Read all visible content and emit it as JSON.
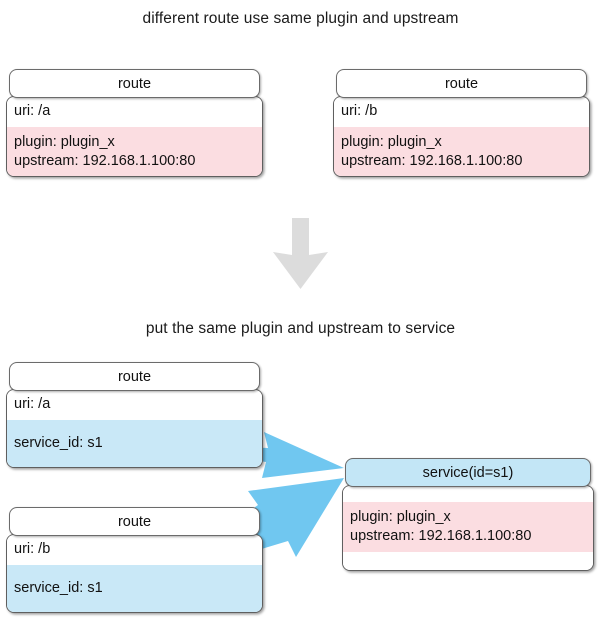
{
  "diagram": {
    "title_top": "different route use same plugin and upstream",
    "title_bottom": "put the same plugin and upstream to service",
    "colors": {
      "pink": "#fbdde1",
      "light_blue": "#c9e8f7",
      "header_blue": "#c3e6f6",
      "arrow_blue": "#70c7f0",
      "grey_arrow": "#dcdcdc",
      "border": "#5f5f5f"
    },
    "icons": {
      "down_arrow": "transform-down-arrow-icon",
      "link_arrow": "reference-arrow-icon"
    }
  },
  "top_section": {
    "boxes": [
      {
        "header": "route",
        "rows": [
          {
            "style": "white",
            "lines": [
              "uri: /a"
            ]
          },
          {
            "style": "pink",
            "lines": [
              "plugin: plugin_x",
              "upstream: 192.168.1.100:80"
            ]
          }
        ]
      },
      {
        "header": "route",
        "rows": [
          {
            "style": "white",
            "lines": [
              "uri: /b"
            ]
          },
          {
            "style": "pink",
            "lines": [
              "plugin: plugin_x",
              "upstream: 192.168.1.100:80"
            ]
          }
        ]
      }
    ]
  },
  "bottom_section": {
    "routes": [
      {
        "header": "route",
        "rows": [
          {
            "style": "white",
            "lines": [
              "uri: /a"
            ]
          },
          {
            "style": "blue",
            "lines": [
              "service_id: s1"
            ]
          }
        ]
      },
      {
        "header": "route",
        "rows": [
          {
            "style": "white",
            "lines": [
              "uri: /b"
            ]
          },
          {
            "style": "blue",
            "lines": [
              "service_id: s1"
            ]
          }
        ]
      }
    ],
    "service": {
      "header": "service(id=s1)",
      "rows": [
        {
          "style": "white",
          "lines": []
        },
        {
          "style": "pink",
          "lines": [
            "plugin: plugin_x",
            "upstream: 192.168.1.100:80"
          ]
        },
        {
          "style": "white",
          "lines": []
        }
      ]
    }
  }
}
